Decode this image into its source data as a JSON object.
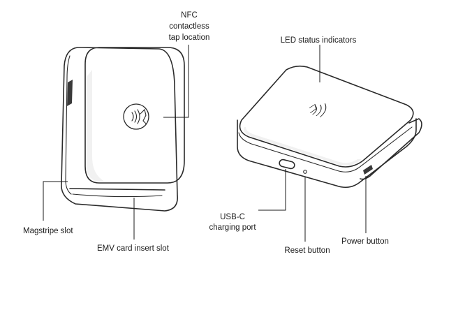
{
  "callouts": {
    "nfc_line1": "NFC",
    "nfc_line2": "contactless",
    "nfc_line3": "tap location",
    "led": "LED status indicators",
    "magstripe": "Magstripe slot",
    "emv": "EMV card insert slot",
    "usbc_line1": "USB-C",
    "usbc_line2": "charging port",
    "reset": "Reset button",
    "power": "Power button"
  },
  "icons": {
    "contactless": "contactless-tap-icon"
  },
  "colors": {
    "outline": "#2a2a2a",
    "text": "#1a1a1a",
    "background": "#ffffff"
  }
}
